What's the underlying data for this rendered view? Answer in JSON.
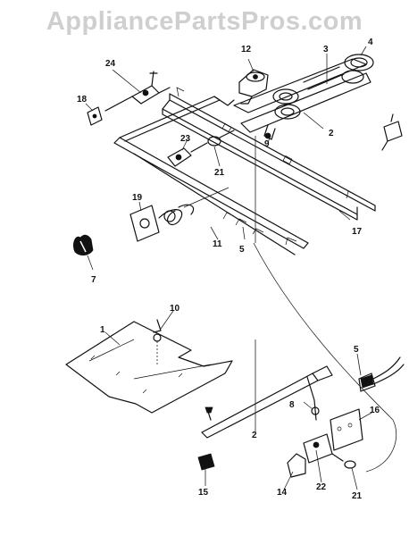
{
  "watermark": "AppliancePartsPros.com",
  "callouts": [
    {
      "id": "c1",
      "label": "1"
    },
    {
      "id": "c2a",
      "label": "2"
    },
    {
      "id": "c2b",
      "label": "2"
    },
    {
      "id": "c3",
      "label": "3"
    },
    {
      "id": "c4",
      "label": "4"
    },
    {
      "id": "c5a",
      "label": "5"
    },
    {
      "id": "c5b",
      "label": "5"
    },
    {
      "id": "c7",
      "label": "7"
    },
    {
      "id": "c8",
      "label": "8"
    },
    {
      "id": "c9",
      "label": "9"
    },
    {
      "id": "c10",
      "label": "10"
    },
    {
      "id": "c11",
      "label": "11"
    },
    {
      "id": "c12",
      "label": "12"
    },
    {
      "id": "c14",
      "label": "14"
    },
    {
      "id": "c15",
      "label": "15"
    },
    {
      "id": "c16",
      "label": "16"
    },
    {
      "id": "c17",
      "label": "17"
    },
    {
      "id": "c18",
      "label": "18"
    },
    {
      "id": "c19",
      "label": "19"
    },
    {
      "id": "c21a",
      "label": "21"
    },
    {
      "id": "c21b",
      "label": "21"
    },
    {
      "id": "c22",
      "label": "22"
    },
    {
      "id": "c23",
      "label": "23"
    },
    {
      "id": "c24",
      "label": "24"
    }
  ]
}
